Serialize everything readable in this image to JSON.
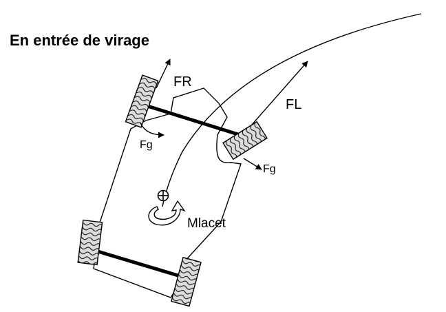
{
  "title": "En entrée de virage",
  "labels": {
    "fr": "FR",
    "fl": "FL",
    "fg_left": "Fg",
    "fg_right": "Fg",
    "yaw": "Mlacet"
  },
  "colors": {
    "ink": "#000000",
    "tire_fill": "#d9d9d9",
    "background": "#ffffff"
  },
  "icons": {
    "center_of_gravity": "circle-plus-icon",
    "yaw_moment": "curved-arrow-icon"
  }
}
